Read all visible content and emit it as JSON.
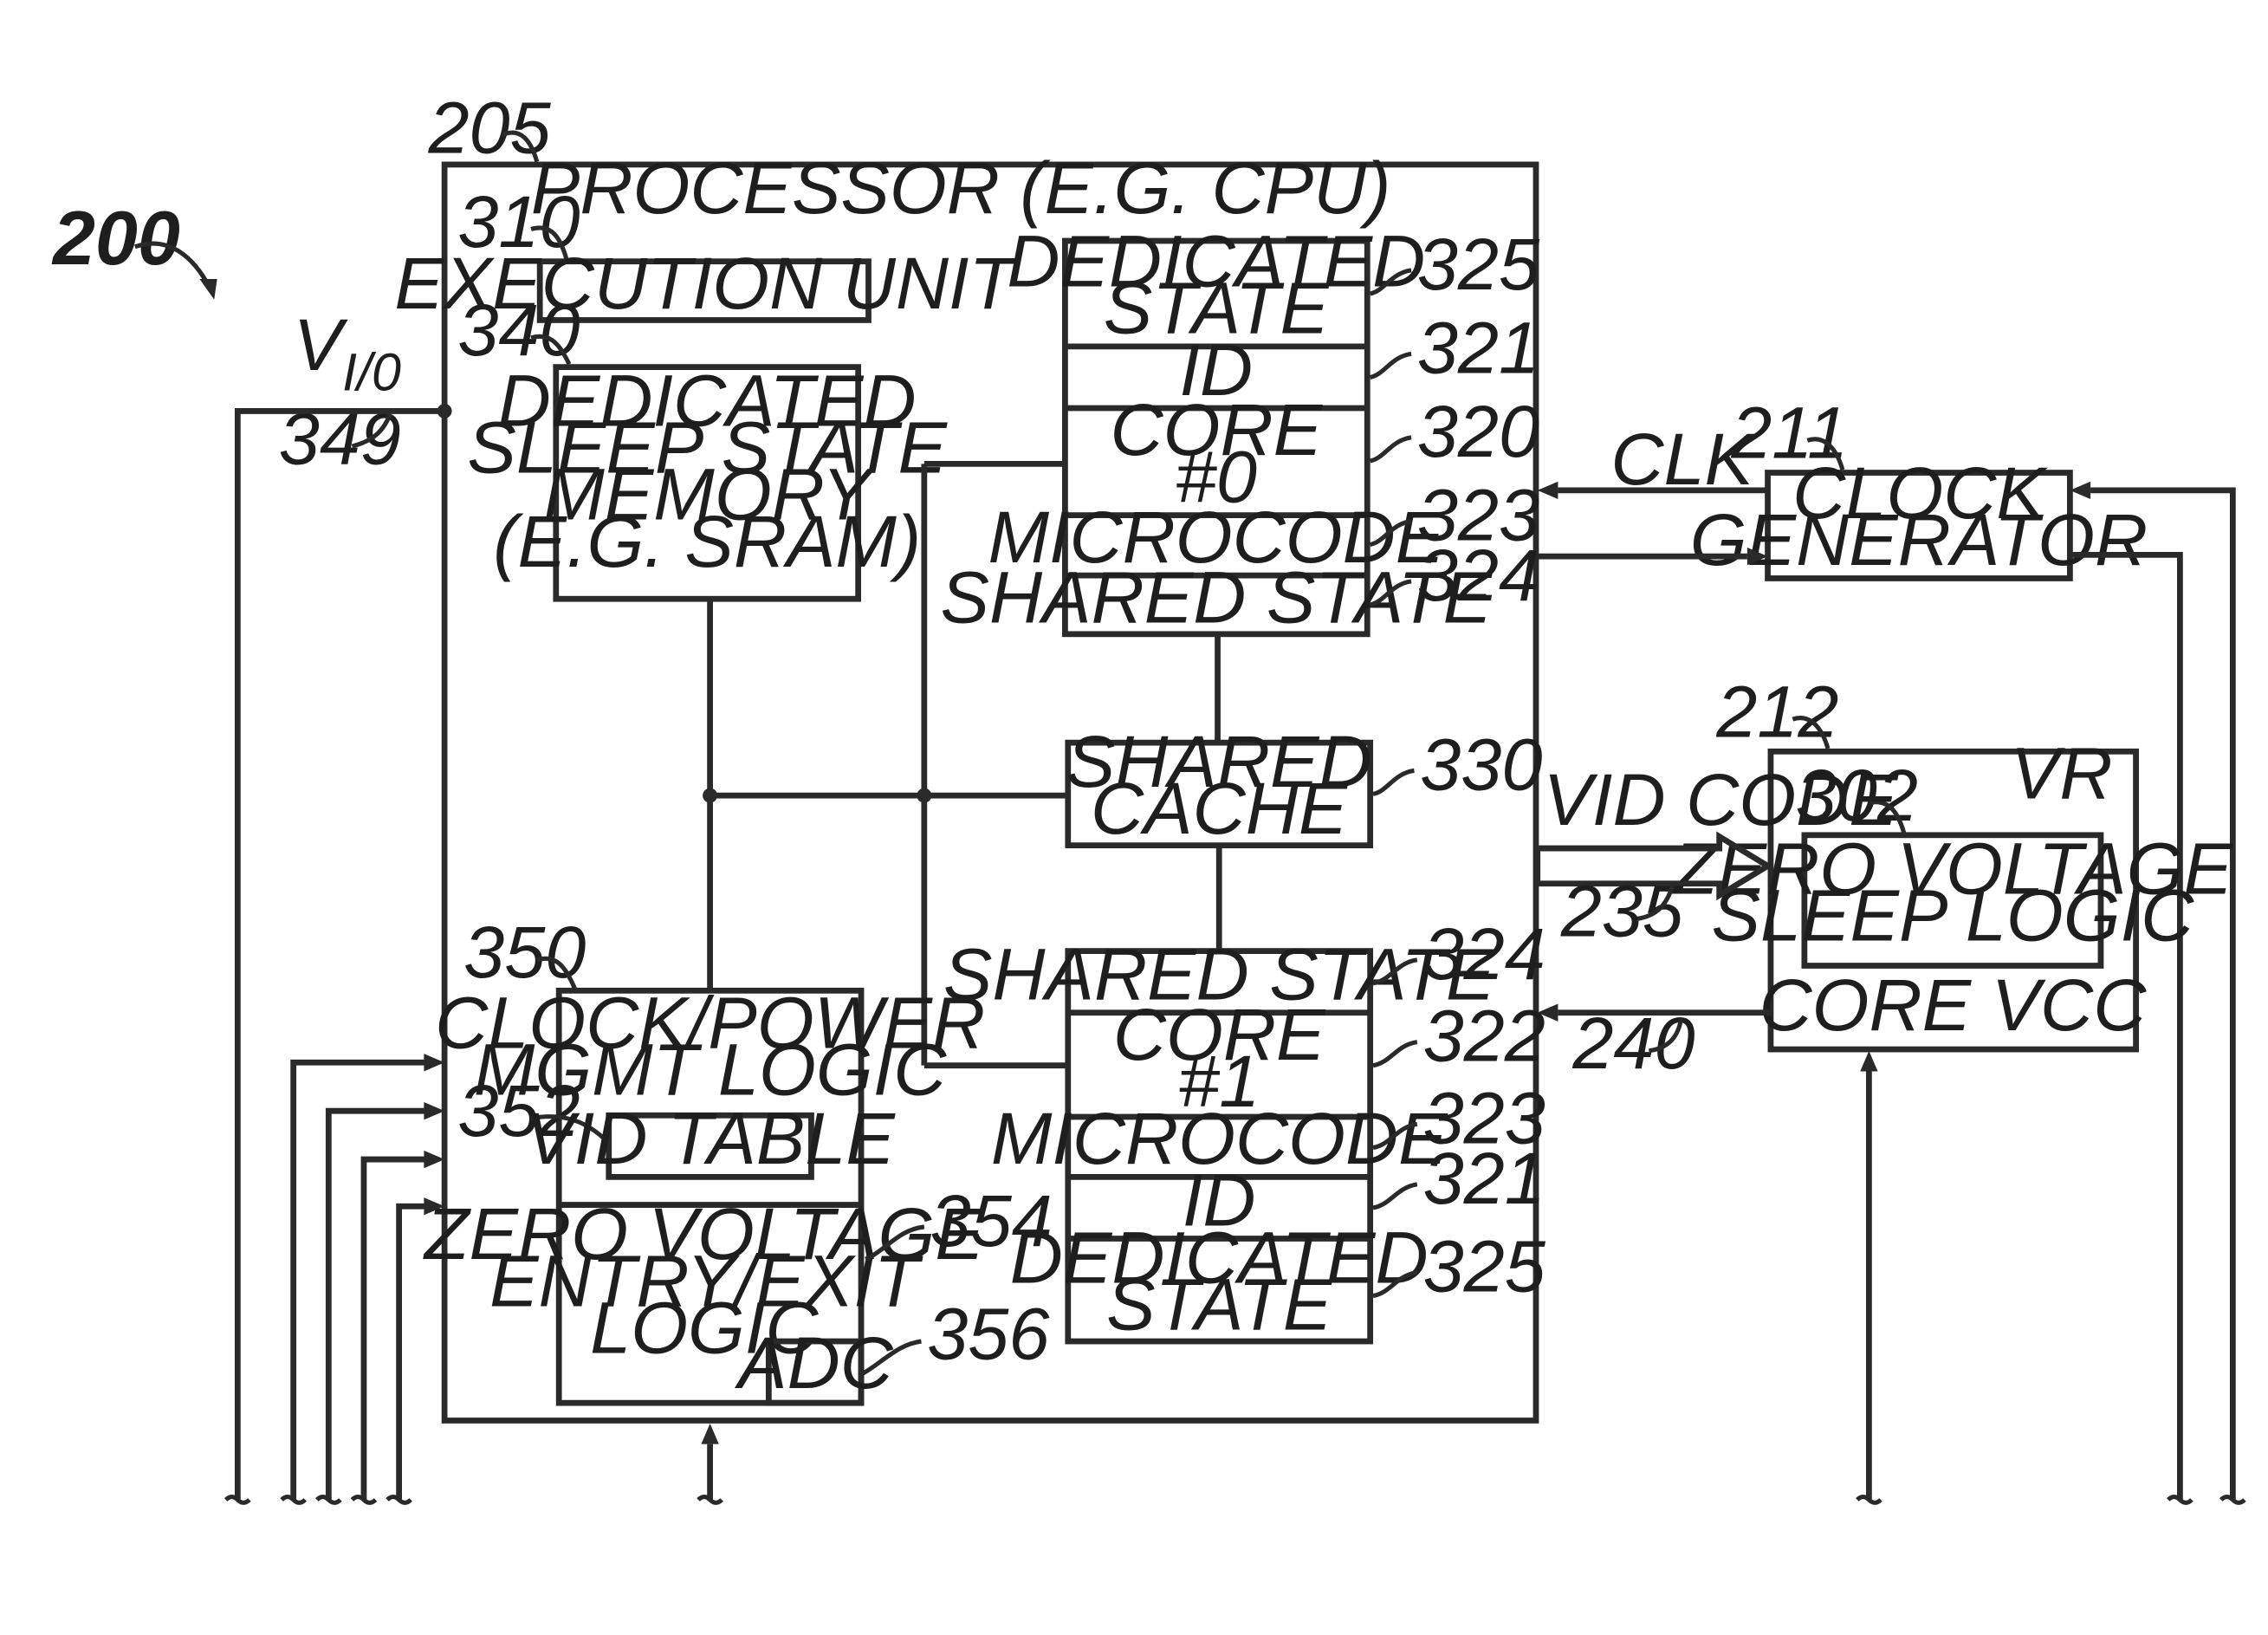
{
  "figure": {
    "ref_main": "200",
    "refs": {
      "processor": "205",
      "execution_unit": "310",
      "sleep_memory": "340",
      "vio_line": "349",
      "clock_power": "350",
      "vid_table": "352",
      "zero_voltage_entry": "354",
      "adc": "356",
      "dedicated_state": "325",
      "id": "321",
      "core": "320",
      "microcode": "323",
      "shared_state": "324",
      "shared_cache": "330",
      "core1": "322",
      "clock_generator": "211",
      "vr": "212",
      "zv_sleep_logic": "302",
      "vid_bus": "235",
      "core_vcc_line": "240"
    }
  },
  "processor": {
    "title": "PROCESSOR (E.G. CPU)",
    "vio_label": "V",
    "vio_sub": "I/0",
    "execution_unit": "EXECUTION UNIT",
    "sleep_memory": [
      "DEDICATED",
      "SLEEP STATE",
      "MEMORY",
      "(E.G. SRAM)"
    ],
    "clock_power": [
      "CLOCK/POWER",
      "MGMT LOGIC"
    ],
    "vid_table": "VID TABLE",
    "zero_voltage_entry": [
      "ZERO VOLTAGE",
      "ENTRY/EXIT",
      "LOGIC"
    ],
    "adc": "ADC",
    "core0": {
      "dedicated_state": [
        "DEDICATED",
        "STATE"
      ],
      "id": "ID",
      "core": [
        "CORE",
        "#0"
      ],
      "microcode": "MICROCODE",
      "shared_state": "SHARED STATE"
    },
    "shared_cache": [
      "SHARED",
      "CACHE"
    ],
    "core1": {
      "shared_state": "SHARED STATE",
      "core": [
        "CORE",
        "#1"
      ],
      "microcode": "MICROCODE",
      "id": "ID",
      "dedicated_state": [
        "DEDICATED",
        "STATE"
      ]
    }
  },
  "clock": {
    "label": [
      "CLOCK",
      "GENERATOR"
    ],
    "signal": "CLK"
  },
  "vr": {
    "title": "VR",
    "zv_sleep_logic": [
      "ZERO VOLTAGE",
      "SLEEP LOGIC"
    ],
    "core_vcc": "CORE VCC",
    "vid_code": "VID CODE"
  }
}
